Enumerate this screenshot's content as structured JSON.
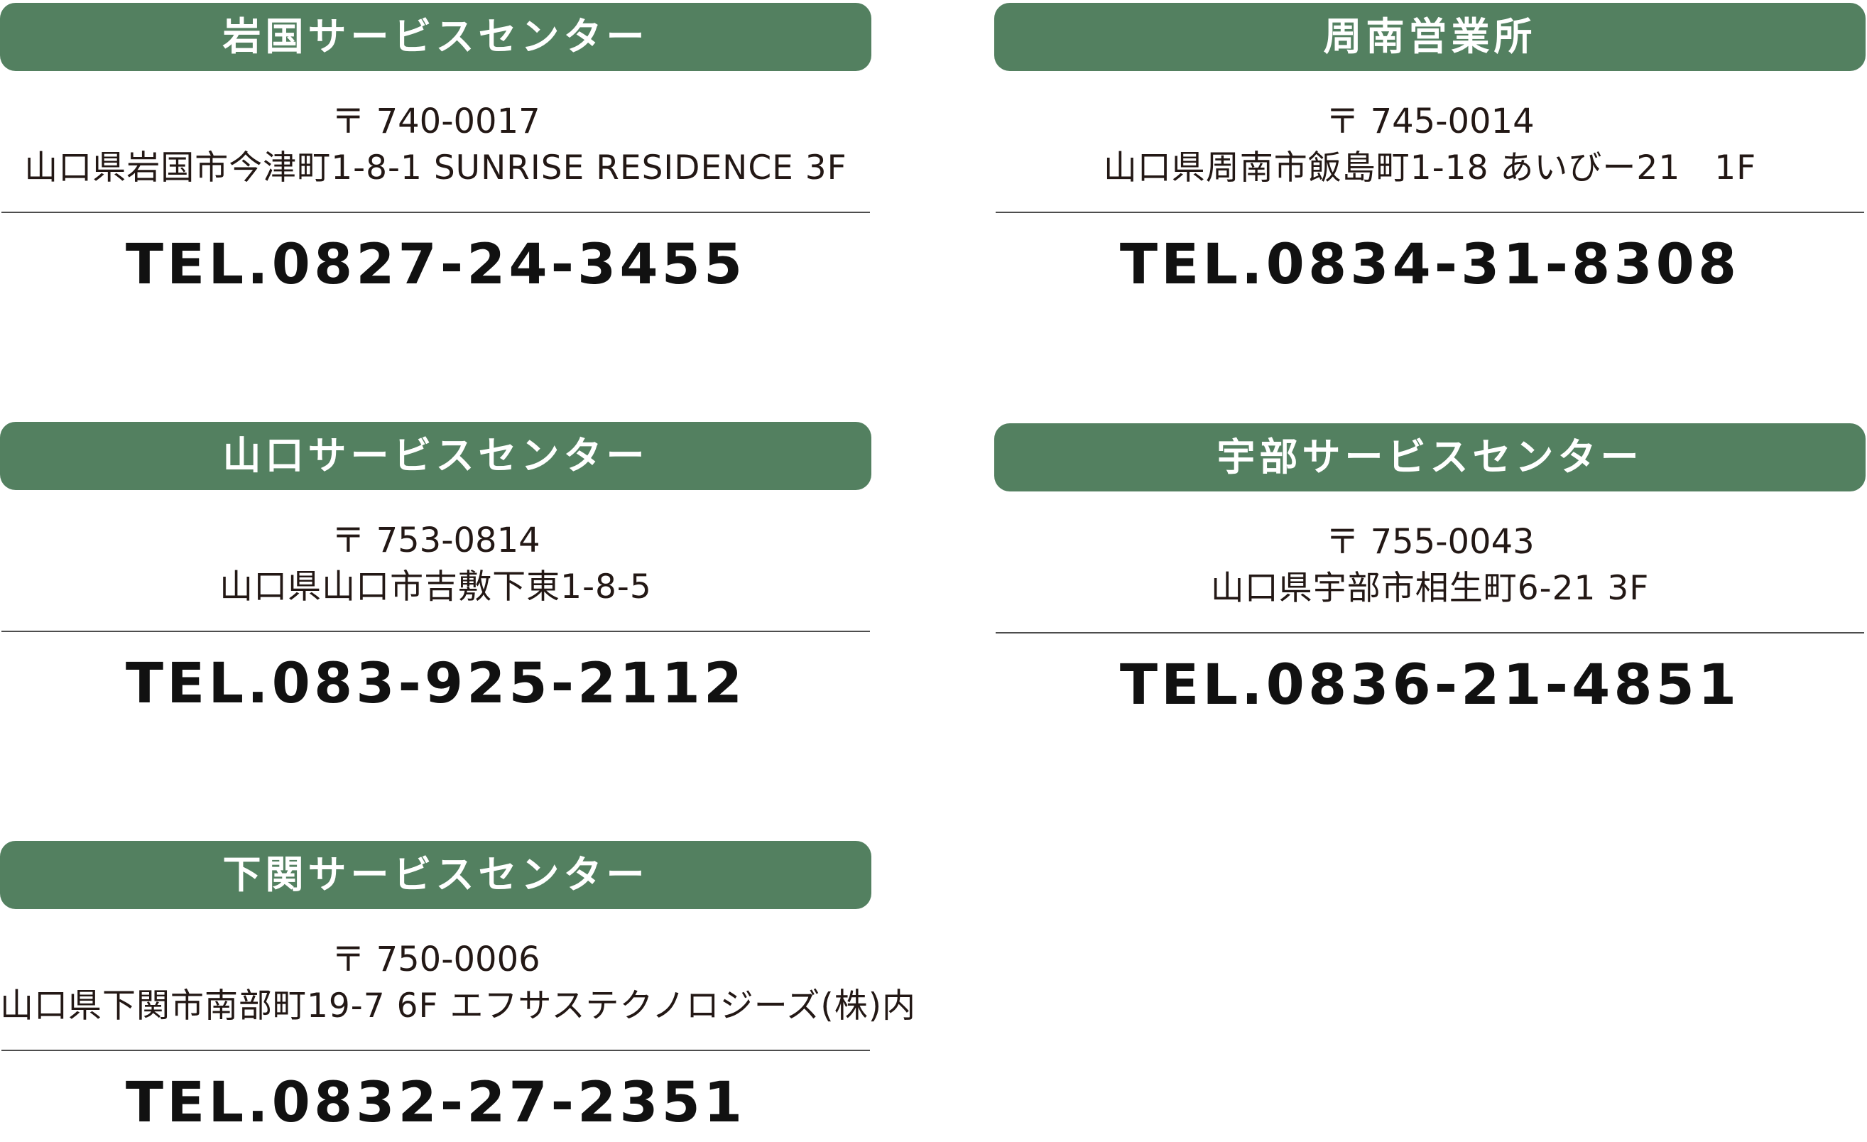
{
  "offices": [
    {
      "name": "岩国サービスセンター",
      "postal": "〒 740-0017",
      "address": "山口県岩国市今津町1-8-1 SUNRISE RESIDENCE 3F",
      "tel": "TEL.0827-24-3455"
    },
    {
      "name": "周南営業所",
      "postal": "〒 745-0014",
      "address": "山口県周南市飯島町1-18 あいびー21　1F",
      "tel": "TEL.0834-31-8308"
    },
    {
      "name": "山口サービスセンター",
      "postal": "〒 753-0814",
      "address": "山口県山口市吉敷下東1-8-5",
      "tel": "TEL.083-925-2112"
    },
    {
      "name": "宇部サービスセンター",
      "postal": "〒 755-0043",
      "address": "山口県宇部市相生町6-21 3F",
      "tel": "TEL.0836-21-4851"
    },
    {
      "name": "下関サービスセンター",
      "postal": "〒 750-0006",
      "address": "山口県下関市南部町19-7  6F  エフサステクノロジーズ(株)内",
      "tel": "TEL.0832-27-2351"
    }
  ],
  "colors": {
    "header_bg": "#538060",
    "header_text": "#ffffff",
    "body_text": "#231815",
    "divider": "#4d4d4d"
  }
}
